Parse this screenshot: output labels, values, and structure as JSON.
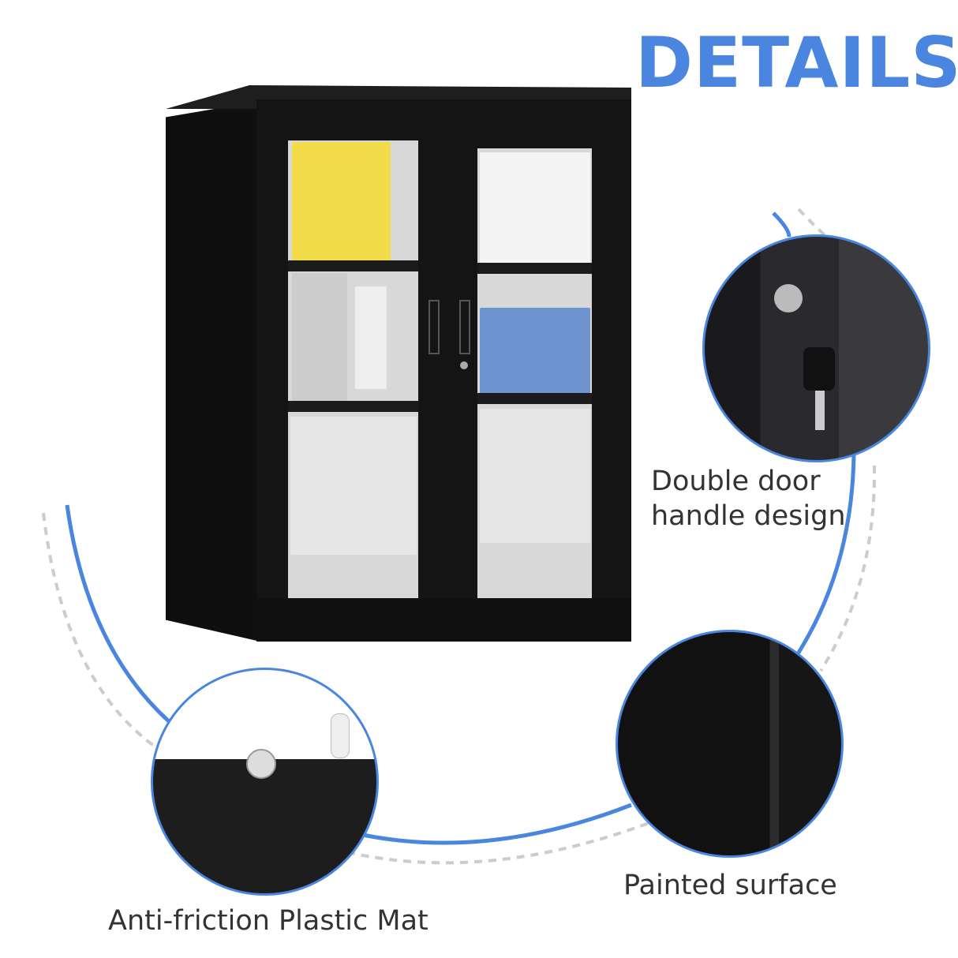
{
  "title": "DETAILS",
  "features": [
    {
      "label_line1": "Double door",
      "label_line2": "handle design"
    },
    {
      "label": "Painted surface"
    },
    {
      "label": "Anti-friction Plastic Mat"
    }
  ],
  "colors": {
    "accent": "#4a86e0",
    "cabinet": "#151515",
    "dashed": "#cccccc"
  }
}
